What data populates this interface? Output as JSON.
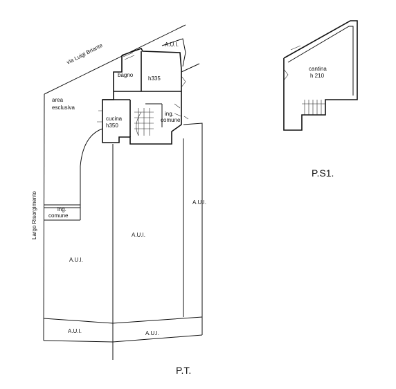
{
  "ground_floor": {
    "title": "P.T.",
    "labels": {
      "street": "via Luigi Briante",
      "square": "Largo Risorgimento",
      "exclusive_area": [
        "area",
        "esclusiva"
      ],
      "bathroom": "bagno",
      "room_height": "h335",
      "kitchen": [
        "cucina",
        "h350"
      ],
      "common_entrance_1": [
        "ing.",
        "comune"
      ],
      "common_entrance_2": [
        "ing.",
        "comune"
      ],
      "aui": "A.U.I."
    }
  },
  "basement": {
    "title": "P.S1.",
    "labels": {
      "cellar": [
        "cantina",
        "h 210"
      ]
    }
  }
}
